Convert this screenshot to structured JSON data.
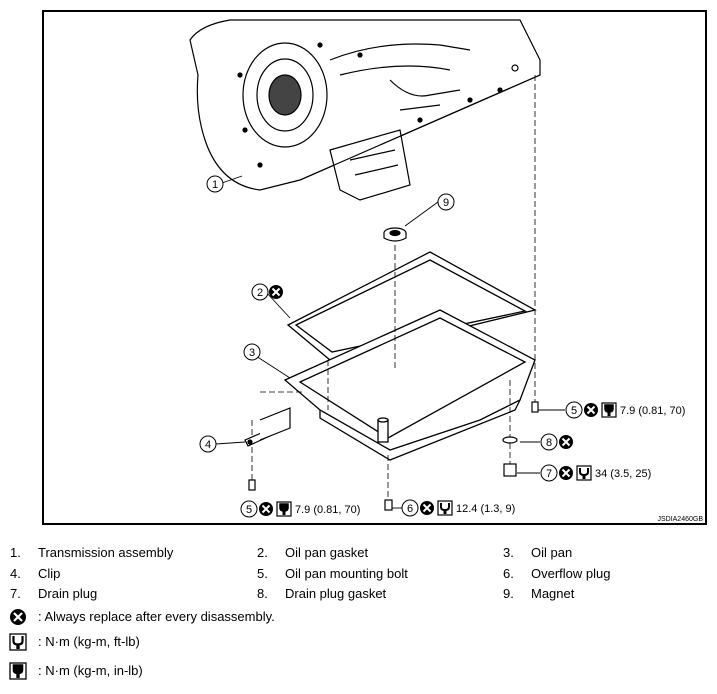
{
  "diagram": {
    "code": "JSDIA2460GB",
    "callouts": {
      "c1": "1",
      "c2": "2",
      "c3": "3",
      "c4": "4",
      "c5a": "5",
      "c5b": "5",
      "c6": "6",
      "c7": "7",
      "c8": "8",
      "c9": "9"
    },
    "torques": {
      "t5a": "7.9 (0.81, 70)",
      "t5b": "7.9 (0.81, 70)",
      "t6": "12.4 (1.3, 9)",
      "t7": "34 (3.5, 25)"
    }
  },
  "legend": [
    {
      "num": "1.",
      "text": "Transmission assembly"
    },
    {
      "num": "2.",
      "text": "Oil pan gasket"
    },
    {
      "num": "3.",
      "text": "Oil pan"
    },
    {
      "num": "4.",
      "text": "Clip"
    },
    {
      "num": "5.",
      "text": "Oil pan mounting bolt"
    },
    {
      "num": "6.",
      "text": "Overflow plug"
    },
    {
      "num": "7.",
      "text": "Drain plug"
    },
    {
      "num": "8.",
      "text": "Drain plug gasket"
    },
    {
      "num": "9.",
      "text": "Magnet"
    }
  ],
  "symbols": {
    "replace": ": Always replace after every disassembly.",
    "torque_ftlb": ": N·m (kg-m, ft-lb)",
    "torque_inlb": ": N·m (kg-m, in-lb)"
  },
  "icons": [
    "replace-icon",
    "torque-ftlb-icon",
    "torque-inlb-icon"
  ]
}
